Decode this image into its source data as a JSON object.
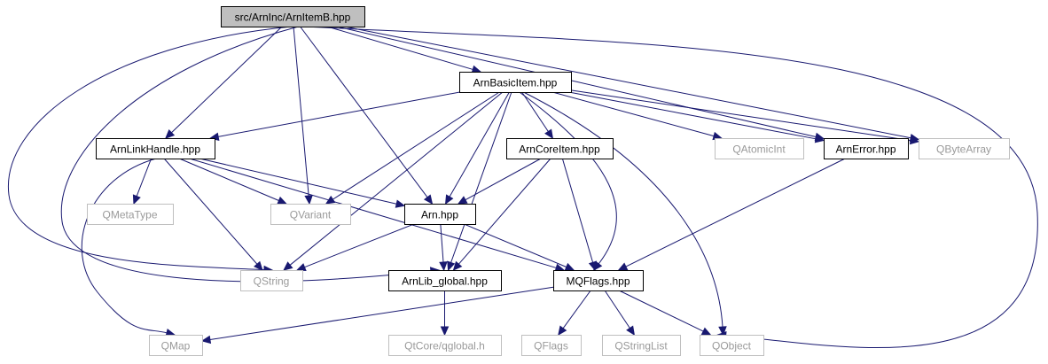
{
  "nodes": [
    {
      "id": "root",
      "label": "src/ArnInc/ArnItemB.hpp",
      "style": "root"
    },
    {
      "id": "basic",
      "label": "ArnBasicItem.hpp",
      "style": "dark"
    },
    {
      "id": "link",
      "label": "ArnLinkHandle.hpp",
      "style": "dark"
    },
    {
      "id": "core",
      "label": "ArnCoreItem.hpp",
      "style": "dark"
    },
    {
      "id": "atomic",
      "label": "QAtomicInt",
      "style": "light"
    },
    {
      "id": "err",
      "label": "ArnError.hpp",
      "style": "dark"
    },
    {
      "id": "bytearr",
      "label": "QByteArray",
      "style": "light"
    },
    {
      "id": "metatype",
      "label": "QMetaType",
      "style": "light"
    },
    {
      "id": "variant",
      "label": "QVariant",
      "style": "light"
    },
    {
      "id": "arn",
      "label": "Arn.hpp",
      "style": "dark"
    },
    {
      "id": "string",
      "label": "QString",
      "style": "light"
    },
    {
      "id": "global",
      "label": "ArnLib_global.hpp",
      "style": "dark"
    },
    {
      "id": "mqflags",
      "label": "MQFlags.hpp",
      "style": "dark"
    },
    {
      "id": "map",
      "label": "QMap",
      "style": "light"
    },
    {
      "id": "qglobal",
      "label": "QtCore/qglobal.h",
      "style": "light"
    },
    {
      "id": "qflags",
      "label": "QFlags",
      "style": "light"
    },
    {
      "id": "strlist",
      "label": "QStringList",
      "style": "light"
    },
    {
      "id": "object",
      "label": "QObject",
      "style": "light"
    }
  ],
  "edges": [
    [
      "root",
      "basic"
    ],
    [
      "root",
      "link"
    ],
    [
      "root",
      "variant"
    ],
    [
      "root",
      "arn"
    ],
    [
      "root",
      "string"
    ],
    [
      "root",
      "global"
    ],
    [
      "root",
      "err"
    ],
    [
      "root",
      "bytearr"
    ],
    [
      "root",
      "object"
    ],
    [
      "basic",
      "link"
    ],
    [
      "basic",
      "core"
    ],
    [
      "basic",
      "atomic"
    ],
    [
      "basic",
      "err"
    ],
    [
      "basic",
      "bytearr"
    ],
    [
      "basic",
      "variant"
    ],
    [
      "basic",
      "arn"
    ],
    [
      "basic",
      "string"
    ],
    [
      "basic",
      "global"
    ],
    [
      "basic",
      "mqflags"
    ],
    [
      "basic",
      "object"
    ],
    [
      "link",
      "metatype"
    ],
    [
      "link",
      "variant"
    ],
    [
      "link",
      "arn"
    ],
    [
      "link",
      "string"
    ],
    [
      "link",
      "mqflags"
    ],
    [
      "link",
      "map"
    ],
    [
      "core",
      "arn"
    ],
    [
      "core",
      "global"
    ],
    [
      "core",
      "mqflags"
    ],
    [
      "err",
      "mqflags"
    ],
    [
      "arn",
      "string"
    ],
    [
      "arn",
      "global"
    ],
    [
      "arn",
      "mqflags"
    ],
    [
      "global",
      "qglobal"
    ],
    [
      "mqflags",
      "map"
    ],
    [
      "mqflags",
      "qflags"
    ],
    [
      "mqflags",
      "strlist"
    ],
    [
      "mqflags",
      "object"
    ]
  ]
}
